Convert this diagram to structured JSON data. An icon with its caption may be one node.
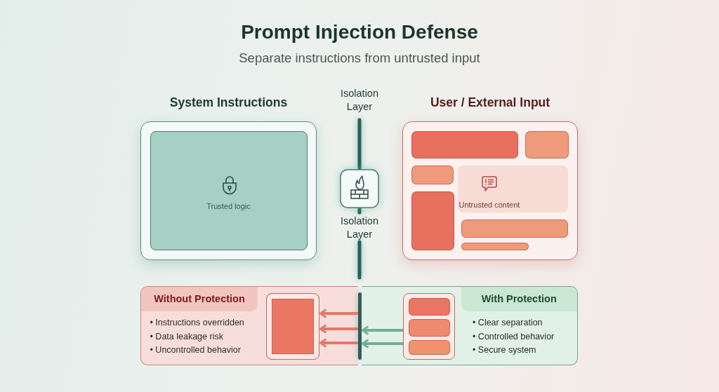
{
  "diagram": {
    "title": "Prompt Injection Defense",
    "nodes": [
      {
        "text": [
          "System Instructions"
        ]
      },
      {
        "text": [
          "Trusted logic"
        ],
        "in": 0
      },
      {
        "text": [
          "User / External Input"
        ]
      },
      {
        "text": [],
        "shape": "box",
        "in": 2
      },
      {
        "text": [],
        "shape": "box",
        "in": 2
      },
      {
        "text": [],
        "shape": "box",
        "in": 2
      },
      {
        "text": [
          "Untrusted content"
        ],
        "in": 2
      },
      {
        "text": [],
        "shape": "box",
        "in": 2
      },
      {
        "text": [],
        "shape": "box",
        "in": 2
      },
      {
        "text": [],
        "shape": "box",
        "in": 2
      },
      {
        "text": [
          "Without Protection",
          "• Instructions overridden",
          "• Data leakage risk",
          "• Uncontrolled behavior"
        ]
      },
      {
        "text": [],
        "shape": "box",
        "in": 10
      },
      {
        "text": [],
        "shape": "bar"
      },
      {
        "text": [
          "With Protection",
          "• Clear separation",
          "• Controlled behavior",
          "• Secure system"
        ]
      },
      {
        "text": [],
        "shape": "box",
        "in": 13
      },
      {
        "text": [],
        "shape": "box",
        "in": 14
      },
      {
        "text": [],
        "shape": "box",
        "in": 14
      },
      {
        "text": [],
        "shape": "box",
        "in": 14
      }
    ],
    "edges": [
      {
        "from": 12,
        "to": 11,
        "arrow": "to"
      },
      {
        "from": 12,
        "to": 11,
        "arrow": "to"
      },
      {
        "from": 12,
        "to": 11,
        "arrow": "to"
      },
      {
        "from": 14,
        "to": 12,
        "arrow": "to",
        "color": "#6fb096"
      },
      {
        "from": 14,
        "to": 12,
        "arrow": "to",
        "color": "#6fb096"
      }
    ],
    "labels": [
      "Separate instructions from untrusted input",
      "Isolation Layer",
      "Isolation Layer"
    ]
  }
}
